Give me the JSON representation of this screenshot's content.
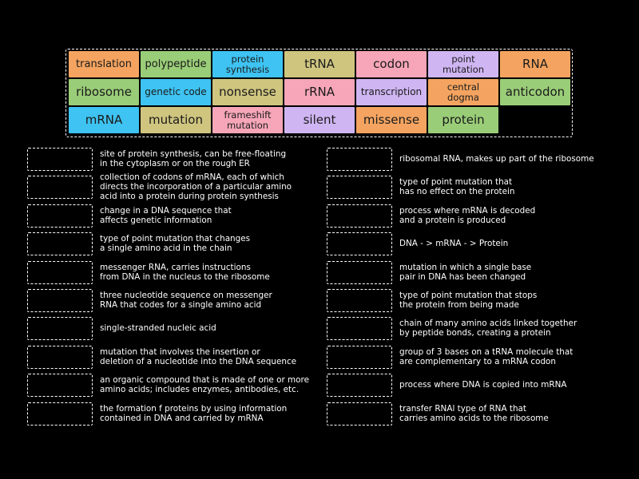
{
  "tiles": [
    {
      "label": "translation",
      "color": "#f4a460"
    },
    {
      "label": "polypeptide",
      "color": "#9acd78"
    },
    {
      "label": "protein\nsynthesis",
      "color": "#3ec3f2"
    },
    {
      "label": "tRNA",
      "color": "#cfc57f"
    },
    {
      "label": "codon",
      "color": "#f6a6b8"
    },
    {
      "label": "point\nmutation",
      "color": "#cfb5f2"
    },
    {
      "label": "RNA",
      "color": "#f4a460"
    },
    {
      "label": "ribosome",
      "color": "#9acd78"
    },
    {
      "label": "genetic code",
      "color": "#3ec3f2"
    },
    {
      "label": "nonsense",
      "color": "#cfc57f"
    },
    {
      "label": "rRNA",
      "color": "#f6a6b8"
    },
    {
      "label": "transcription",
      "color": "#cfb5f2"
    },
    {
      "label": "central\ndogma",
      "color": "#f4a460"
    },
    {
      "label": "anticodon",
      "color": "#9acd78"
    },
    {
      "label": "mRNA",
      "color": "#3ec3f2"
    },
    {
      "label": "mutation",
      "color": "#cfc57f"
    },
    {
      "label": "frameshift\nmutation",
      "color": "#f6a6b8"
    },
    {
      "label": "silent",
      "color": "#cfb5f2"
    },
    {
      "label": "missense",
      "color": "#f4a460"
    },
    {
      "label": "protein",
      "color": "#9acd78"
    }
  ],
  "clues_left": [
    "site of protein synthesis, can be free-floating\nin the cytoplasm or on the rough ER",
    "collection of codons of mRNA, each of which\ndirects the incorporation of a particular amino\nacid into a protein during protein synthesis",
    "change in a DNA sequence that\naffects genetic information",
    "type of point mutation that changes\na single amino acid in the chain",
    "messenger RNA, carries instructions\nfrom DNA in the nucleus to the ribosome",
    "three nucleotide sequence on messenger\nRNA that codes for a single amino acid",
    "single-stranded nucleic acid",
    "mutation that involves the insertion or\ndeletion of a nucleotide into the DNA sequence",
    "an organic compound that is made of one or more\namino acids; includes enzymes, antibodies, etc.",
    "the formation f proteins by using information\ncontained in DNA and carried by mRNA"
  ],
  "clues_right": [
    "ribosomal RNA, makes up part of the ribosome",
    "type of point mutation that\nhas no effect on the protein",
    "process where mRNA is decoded\nand a protein is produced",
    "DNA - > mRNA - > Protein",
    "mutation in which a single base\npair in DNA has been changed",
    "type of point mutation that stops\nthe protein from being made",
    "chain of many amino acids linked together\nby peptide bonds, creating a protein",
    "group of 3 bases on a tRNA molecule that\nare complementary to a mRNA codon",
    "process where DNA is copied into mRNA",
    "transfer RNAl type of RNA that\ncarries amino acids to the ribosome"
  ]
}
